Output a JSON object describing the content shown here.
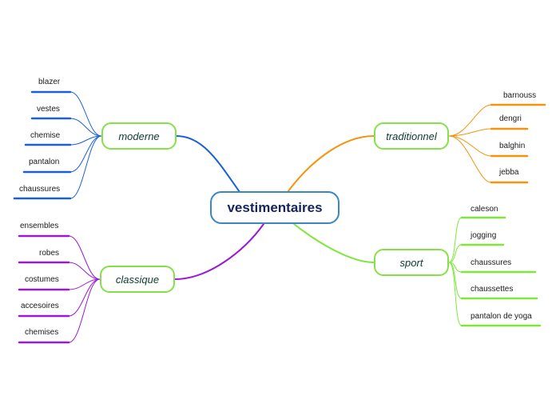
{
  "central": "vestimentaires",
  "branches": {
    "moderne": {
      "label": "moderne",
      "color": "#1c5fd8",
      "items": [
        "blazer",
        "vestes",
        "chemise",
        "pantalon",
        "chaussures"
      ]
    },
    "classique": {
      "label": "classique",
      "color": "#9a19d8",
      "items": [
        "ensembles",
        "robes",
        "costumes",
        "accesoires",
        "chemises"
      ]
    },
    "traditionnel": {
      "label": "traditionnel",
      "color": "#f5940c",
      "items": [
        "barnouss",
        "dengri",
        "balghin",
        "jebba"
      ]
    },
    "sport": {
      "label": "sport",
      "color": "#7de83a",
      "items": [
        "caleson",
        "jogging",
        "chaussures",
        "chaussettes",
        "pantalon de yoga"
      ]
    }
  }
}
